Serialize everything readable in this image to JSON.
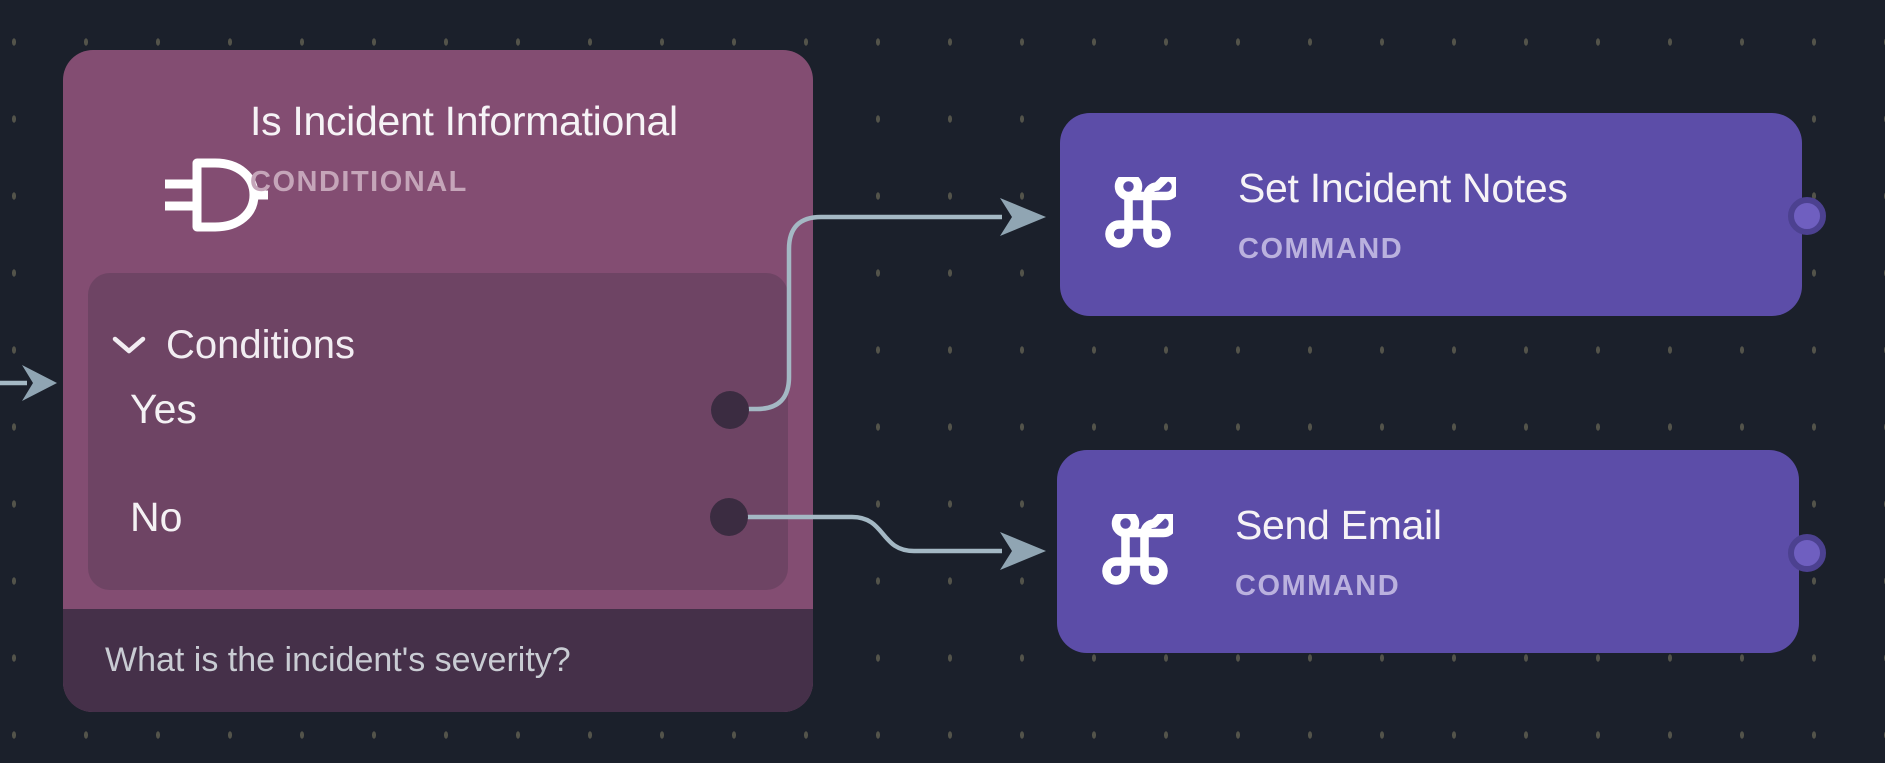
{
  "canvas": {
    "background_color": "#1B202B",
    "dot_color": "#53534A",
    "edge_color": "#A4B8C4",
    "arrow_color": "#90A5B3"
  },
  "conditional_node": {
    "title": "Is Incident Informational",
    "type_label": "CONDITIONAL",
    "icon": "logic-gate-icon",
    "color": "#834D72",
    "panel_color": "#6E4464",
    "section_label": "Conditions",
    "branches": [
      {
        "label": "Yes"
      },
      {
        "label": "No"
      }
    ],
    "port_color": "#3B2C41",
    "footer_color": "#453049",
    "description": "What is the incident's severity?"
  },
  "command_nodes": [
    {
      "title": "Set Incident Notes",
      "type_label": "COMMAND",
      "icon": "command-icon",
      "color": "#5C4DA8"
    },
    {
      "title": "Send Email",
      "type_label": "COMMAND",
      "icon": "command-icon",
      "color": "#5C4DA8"
    }
  ],
  "edges": [
    {
      "from": "Yes",
      "to": "Set Incident Notes"
    },
    {
      "from": "No",
      "to": "Send Email"
    },
    {
      "from": "upstream",
      "to": "Is Incident Informational"
    }
  ]
}
